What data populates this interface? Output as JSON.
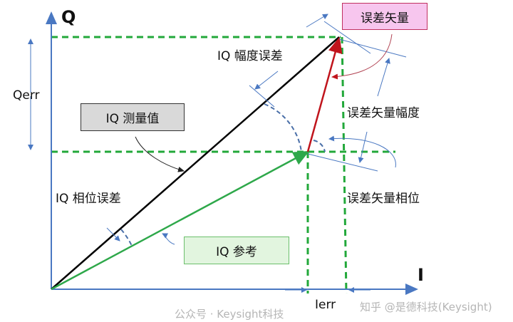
{
  "axes": {
    "q_label": "Q",
    "i_label": "I"
  },
  "labels": {
    "error_vector": "误差矢量",
    "iq_magnitude_error": "IQ 幅度误差",
    "iq_measured": "IQ 测量值",
    "error_vector_magnitude": "误差矢量幅度",
    "iq_phase_error": "IQ 相位误差",
    "error_vector_phase": "误差矢量相位",
    "iq_reference": "IQ 参考",
    "qerr": "Qerr",
    "ierr": "Ierr"
  },
  "watermark": {
    "line1": "公众号 · Keysight科技",
    "line2": "知乎 @是德科技(Keysight)"
  },
  "colors": {
    "axis": "#4a78c2",
    "measured": "#000000",
    "reference": "#2ea84a",
    "error": "#c0141c",
    "dashed": "#22a83a",
    "error_box": "#f7c6ee",
    "measured_box": "#d9d9d9",
    "reference_box": "#e2f5df"
  }
}
